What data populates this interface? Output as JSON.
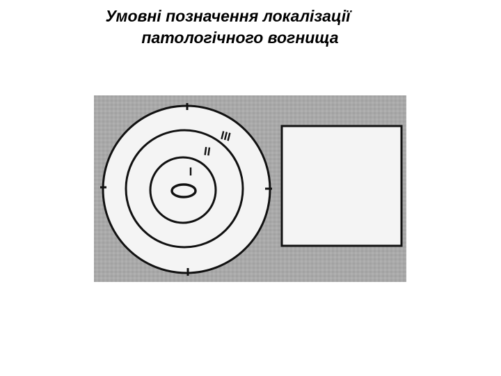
{
  "title": {
    "line1": "Умовні позначення локалізації",
    "line2": "патологічного вогнища"
  },
  "diagram": {
    "ring_labels": [
      "I",
      "II",
      "III"
    ],
    "background_color": "#a9a9a9",
    "fill_color": "#f4f4f4",
    "stroke_color": "#111111"
  }
}
